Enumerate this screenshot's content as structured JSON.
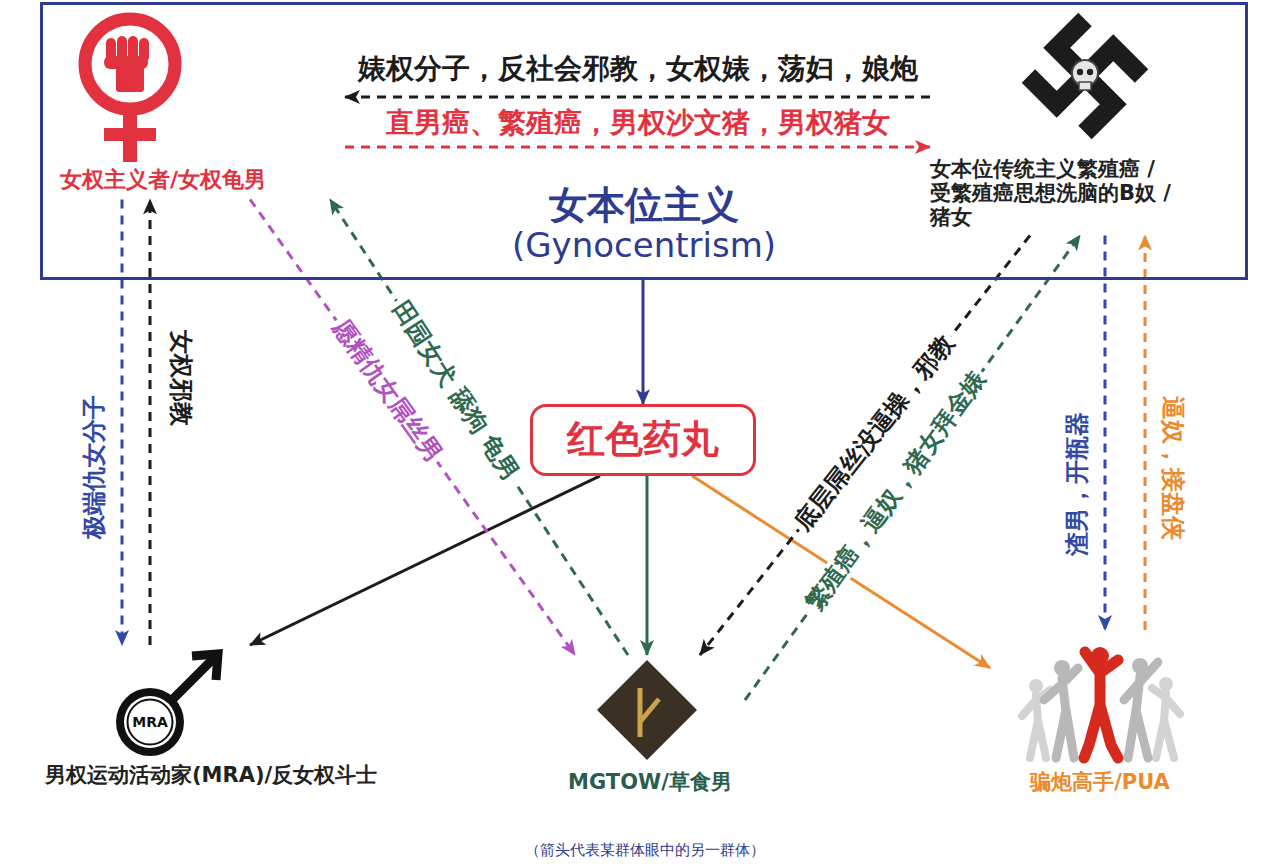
{
  "diagram": {
    "caption": "（箭头代表某群体眼中的另一群体）",
    "nodes": [
      {
        "text": [
          "女本位主义",
          "(Gynocentrism)"
        ]
      },
      {
        "text": [
          "女权主义者/女权龟男"
        ],
        "in": 0
      },
      {
        "text": [
          "女本位传统主义繁殖癌 /受繁殖癌思想洗脑的B奴 /猪女"
        ],
        "in": 0
      },
      {
        "text": [
          "红色药丸"
        ]
      },
      {
        "text": [
          "MRA",
          "男权运动活动家(MRA)/反女权斗士"
        ]
      },
      {
        "text": [
          "MGTOW/草食男"
        ]
      },
      {
        "text": [
          "骗炮高手/PUA"
        ]
      }
    ],
    "edges": [
      {
        "from": 2,
        "to": 1,
        "label": "婊权分子，反社会邪教，女权婊，荡妇，娘炮",
        "arrow": "to"
      },
      {
        "from": 1,
        "to": 2,
        "label": "直男癌、繁殖癌，男权沙文猪，男权猪女",
        "arrow": "to"
      },
      {
        "from": 0,
        "to": 3,
        "arrow": "to"
      },
      {
        "from": 3,
        "to": 4,
        "arrow": "to"
      },
      {
        "from": 3,
        "to": 5,
        "arrow": "to"
      },
      {
        "from": 3,
        "to": 6,
        "arrow": "to"
      },
      {
        "from": 1,
        "to": 4,
        "label": "极端仇女分子",
        "arrow": "to"
      },
      {
        "from": 4,
        "to": 1,
        "label": "女权邪教",
        "arrow": "to"
      },
      {
        "from": 1,
        "to": 5,
        "label": "愿精仇女屌丝男",
        "arrow": "to"
      },
      {
        "from": 5,
        "to": 1,
        "label": "田园女犬 舔狗 龟男",
        "arrow": "to"
      },
      {
        "from": 2,
        "to": 5,
        "label": "底层屌丝没逼操，邪教",
        "arrow": "to"
      },
      {
        "from": 5,
        "to": 2,
        "label": "繁殖癌，逼奴，猪女拜金婊",
        "arrow": "to"
      },
      {
        "from": 2,
        "to": 6,
        "label": "渣男，开瓶器",
        "arrow": "to"
      },
      {
        "from": 6,
        "to": 2,
        "label": "逼奴，接盘侠",
        "arrow": "to"
      }
    ]
  }
}
